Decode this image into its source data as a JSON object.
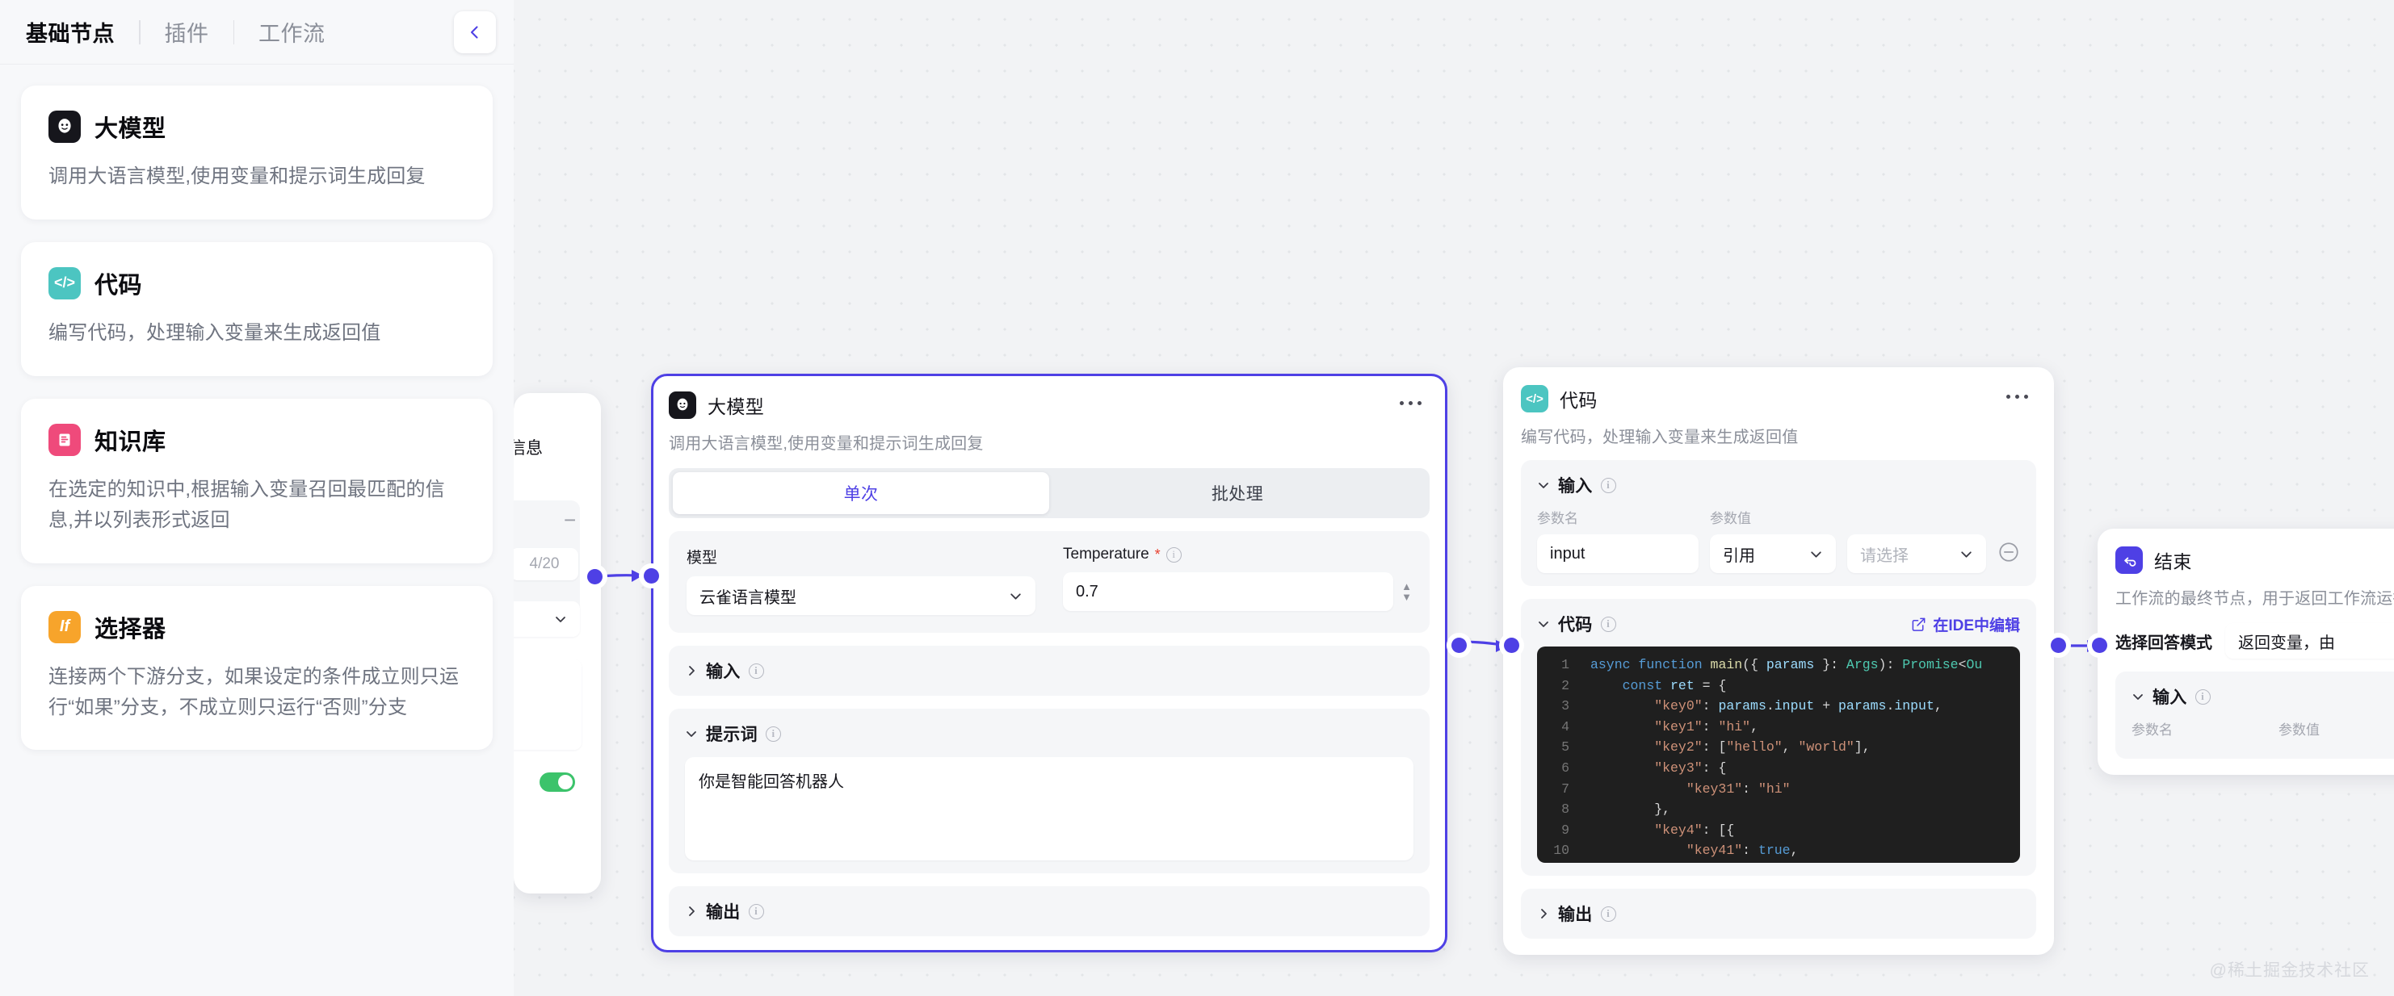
{
  "sidebar": {
    "tabs": [
      {
        "label": "基础节点",
        "active": true
      },
      {
        "label": "插件",
        "active": false
      },
      {
        "label": "工作流",
        "active": false
      }
    ],
    "collapse_icon": "chevron-left-icon",
    "cards": [
      {
        "title": "大模型",
        "icon": "llm-avatar-icon",
        "icon_glyph": "☻",
        "icon_bg": "#16161c",
        "desc": "调用大语言模型,使用变量和提示词生成回复",
        "add_label": "+"
      },
      {
        "title": "代码",
        "icon": "code-brackets-icon",
        "icon_glyph": "</>",
        "icon_bg": "#4cc5c1",
        "desc": "编写代码，处理输入变量来生成返回值",
        "add_label": "+"
      },
      {
        "title": "知识库",
        "icon": "knowledge-book-icon",
        "icon_glyph": "▤",
        "icon_bg": "#ef4a7b",
        "desc": "在选定的知识中,根据输入变量召回最匹配的信息,并以列表形式返回",
        "add_label": "+"
      },
      {
        "title": "选择器",
        "icon": "if-branch-icon",
        "icon_glyph": "If",
        "icon_bg": "#f7a42b",
        "desc": "连接两个下游分支，如果设定的条件成立则只运行“如果”分支，不成立则只运行“否则”分支",
        "add_label": "+"
      }
    ]
  },
  "ghost_node": {
    "partial_text": "信息",
    "counter": "4/20",
    "add_label": "+",
    "remove_label": "−"
  },
  "llm_node": {
    "title": "大模型",
    "icon": "llm-avatar-icon",
    "icon_glyph": "☻",
    "desc": "调用大语言模型,使用变量和提示词生成回复",
    "menu_label": "···",
    "mode_tabs": [
      {
        "label": "单次",
        "active": true
      },
      {
        "label": "批处理",
        "active": false
      }
    ],
    "model_label": "模型",
    "model_value": "云雀语言模型",
    "temperature_label": "Temperature",
    "temperature_required": "*",
    "temperature_value": "0.7",
    "input_section": "输入",
    "prompt_section": "提示词",
    "prompt_value": "你是智能回答机器人",
    "output_section": "输出",
    "add_label": "+"
  },
  "code_node": {
    "title": "代码",
    "icon": "code-brackets-icon",
    "icon_glyph": "</>",
    "desc": "编写代码，处理输入变量来生成返回值",
    "menu_label": "···",
    "input_section": "输入",
    "param_name_header": "参数名",
    "param_value_header": "参数值",
    "param_name_value": "input",
    "param_ref_value": "引用",
    "param_select_placeholder": "请选择",
    "remove_label": "−",
    "code_section": "代码",
    "ide_link": "在IDE中编辑",
    "ide_icon": "external-edit-icon",
    "code_lines": [
      "async function main({ params }: Args): Promise<Ou",
      "    const ret = {",
      "        \"key0\": params.input + params.input,",
      "        \"key1\": \"hi\",",
      "        \"key2\": [\"hello\", \"world\"],",
      "        \"key3\": {",
      "            \"key31\": \"hi\"",
      "        },",
      "        \"key4\": [{",
      "            \"key41\": true,"
    ],
    "line_numbers": [
      "1",
      "2",
      "3",
      "4",
      "5",
      "6",
      "7",
      "8",
      "9",
      "10"
    ],
    "output_section": "输出",
    "add_label": "+"
  },
  "end_node": {
    "title": "结束",
    "icon": "end-return-icon",
    "icon_glyph": "⇥",
    "desc": "工作流的最终节点，用于返回工作流运行后",
    "answer_mode_label": "选择回答模式",
    "answer_mode_value": "返回变量，由",
    "input_section": "输入",
    "param_name_header": "参数名",
    "param_value_header": "参数值"
  },
  "watermark": "@稀土掘金技术社区",
  "colors": {
    "accent": "#4e40e5",
    "canvas_bg": "#f2f3f5",
    "panel_bg": "#f7f8fa",
    "toggle_green": "#3cc36b",
    "required_red": "#e8402f"
  }
}
